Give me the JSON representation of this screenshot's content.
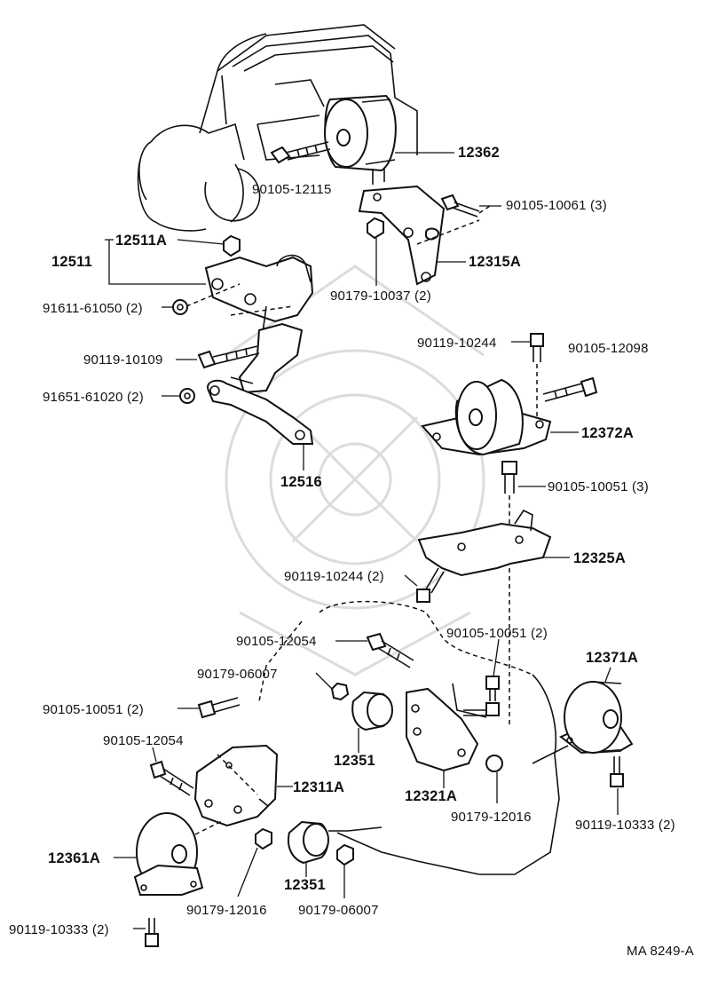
{
  "diagram_id": "MA 8249-A",
  "labels": {
    "p12362": "12362",
    "p90105_12115": "90105-12115",
    "p90105_10061": "90105-10061 (3)",
    "p12315A": "12315A",
    "p90179_10037": "90179-10037 (2)",
    "p12511A": "12511A",
    "p12511": "12511",
    "p91611_61050": "91611-61050 (2)",
    "p90119_10109": "90119-10109",
    "p91651_61020": "91651-61020 (2)",
    "p12516": "12516",
    "p90119_10244a": "90119-10244",
    "p90105_12098": "90105-12098",
    "p12372A": "12372A",
    "p90105_10051a": "90105-10051 (3)",
    "p12325A": "12325A",
    "p90119_10244b": "90119-10244 (2)",
    "p90105_12054a": "90105-12054",
    "p90105_10051b": "90105-10051 (2)",
    "p12371A": "12371A",
    "p90179_06007a": "90179-06007",
    "p90105_10051c": "90105-10051  (2)",
    "p12351a": "12351",
    "p12321A": "12321A",
    "p90179_12016a": "90179-12016",
    "p90105_12054b": "90105-12054",
    "p12311A": "12311A",
    "p90119_10333a": "90119-10333 (2)",
    "p12361A": "12361A",
    "p12351b": "12351",
    "p90179_12016b": "90179-12016",
    "p90179_06007b": "90179-06007",
    "p90119_10333b": "90119-10333  (2)"
  }
}
